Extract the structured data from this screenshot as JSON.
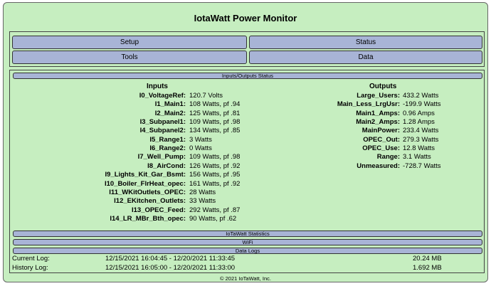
{
  "app": {
    "title": "IotaWatt Power Monitor",
    "footer": "© 2021 IoTaWatt, Inc."
  },
  "menu": {
    "setup": "Setup",
    "status": "Status",
    "tools": "Tools",
    "data": "Data"
  },
  "sections": {
    "io_status": "Inputs/Outputs Status",
    "statistics": "IoTaWatt Statistics",
    "wifi": "WiFi",
    "data_logs": "Data Logs"
  },
  "inputs": {
    "heading": "Inputs",
    "rows": [
      {
        "label": "I0_VoltageRef:",
        "value": "120.7 Volts"
      },
      {
        "label": "I1_Main1:",
        "value": "108 Watts, pf .94"
      },
      {
        "label": "I2_Main2:",
        "value": "125 Watts, pf .81"
      },
      {
        "label": "I3_Subpanel1:",
        "value": "109 Watts, pf .98"
      },
      {
        "label": "I4_Subpanel2:",
        "value": "134 Watts, pf .85"
      },
      {
        "label": "I5_Range1:",
        "value": "3 Watts"
      },
      {
        "label": "I6_Range2:",
        "value": "0 Watts"
      },
      {
        "label": "I7_Well_Pump:",
        "value": "109 Watts, pf .98"
      },
      {
        "label": "I8_AirCond:",
        "value": "126 Watts, pf .92"
      },
      {
        "label": "I9_Lights_Kit_Gar_Bsmt:",
        "value": "156 Watts, pf .95"
      },
      {
        "label": "I10_Boiler_FlrHeat_opec:",
        "value": "161 Watts, pf .92"
      },
      {
        "label": "I11_WKitOutlets_OPEC:",
        "value": "28 Watts"
      },
      {
        "label": "I12_EKitchen_Outlets:",
        "value": "33 Watts"
      },
      {
        "label": "I13_OPEC_Feed:",
        "value": "292 Watts, pf .87"
      },
      {
        "label": "I14_LR_MBr_Bth_opec:",
        "value": "90 Watts, pf .62"
      }
    ]
  },
  "outputs": {
    "heading": "Outputs",
    "rows": [
      {
        "label": "Large_Users:",
        "value": "433.2 Watts"
      },
      {
        "label": "Main_Less_LrgUsr:",
        "value": "-199.9 Watts"
      },
      {
        "label": "Main1_Amps:",
        "value": "0.96 Amps"
      },
      {
        "label": "Main2_Amps:",
        "value": "1.28 Amps"
      },
      {
        "label": "MainPower:",
        "value": "233.4 Watts"
      },
      {
        "label": "OPEC_Out:",
        "value": "279.3 Watts"
      },
      {
        "label": "OPEC_Use:",
        "value": "12.8 Watts"
      },
      {
        "label": "Range:",
        "value": "3.1 Watts"
      },
      {
        "label": "Unmeasured:",
        "value": "-728.7 Watts"
      }
    ]
  },
  "logs": [
    {
      "name": "Current Log:",
      "range": "12/15/2021 16:04:45 - 12/20/2021 11:33:45",
      "size": "20.24 MB"
    },
    {
      "name": "History Log:",
      "range": "12/15/2021 16:05:00 - 12/20/2021 11:33:00",
      "size": "1.692 MB"
    }
  ]
}
